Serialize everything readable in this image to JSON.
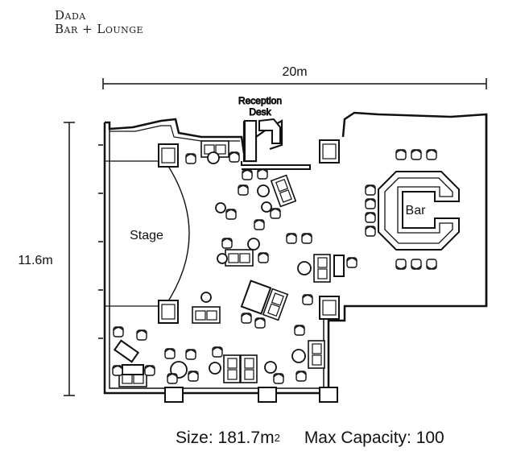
{
  "brand": {
    "line1": "Dada",
    "line2": "Bar + Lounge"
  },
  "dimensions": {
    "width": "20m",
    "height": "11.6m"
  },
  "labels": {
    "reception_line1": "Reception",
    "reception_line2": "Desk",
    "stage": "Stage",
    "bar": "Bar"
  },
  "footer": {
    "size_label": "Size: 181.7m",
    "size_sup": "2",
    "capacity_label": "Max Capacity: 100"
  }
}
